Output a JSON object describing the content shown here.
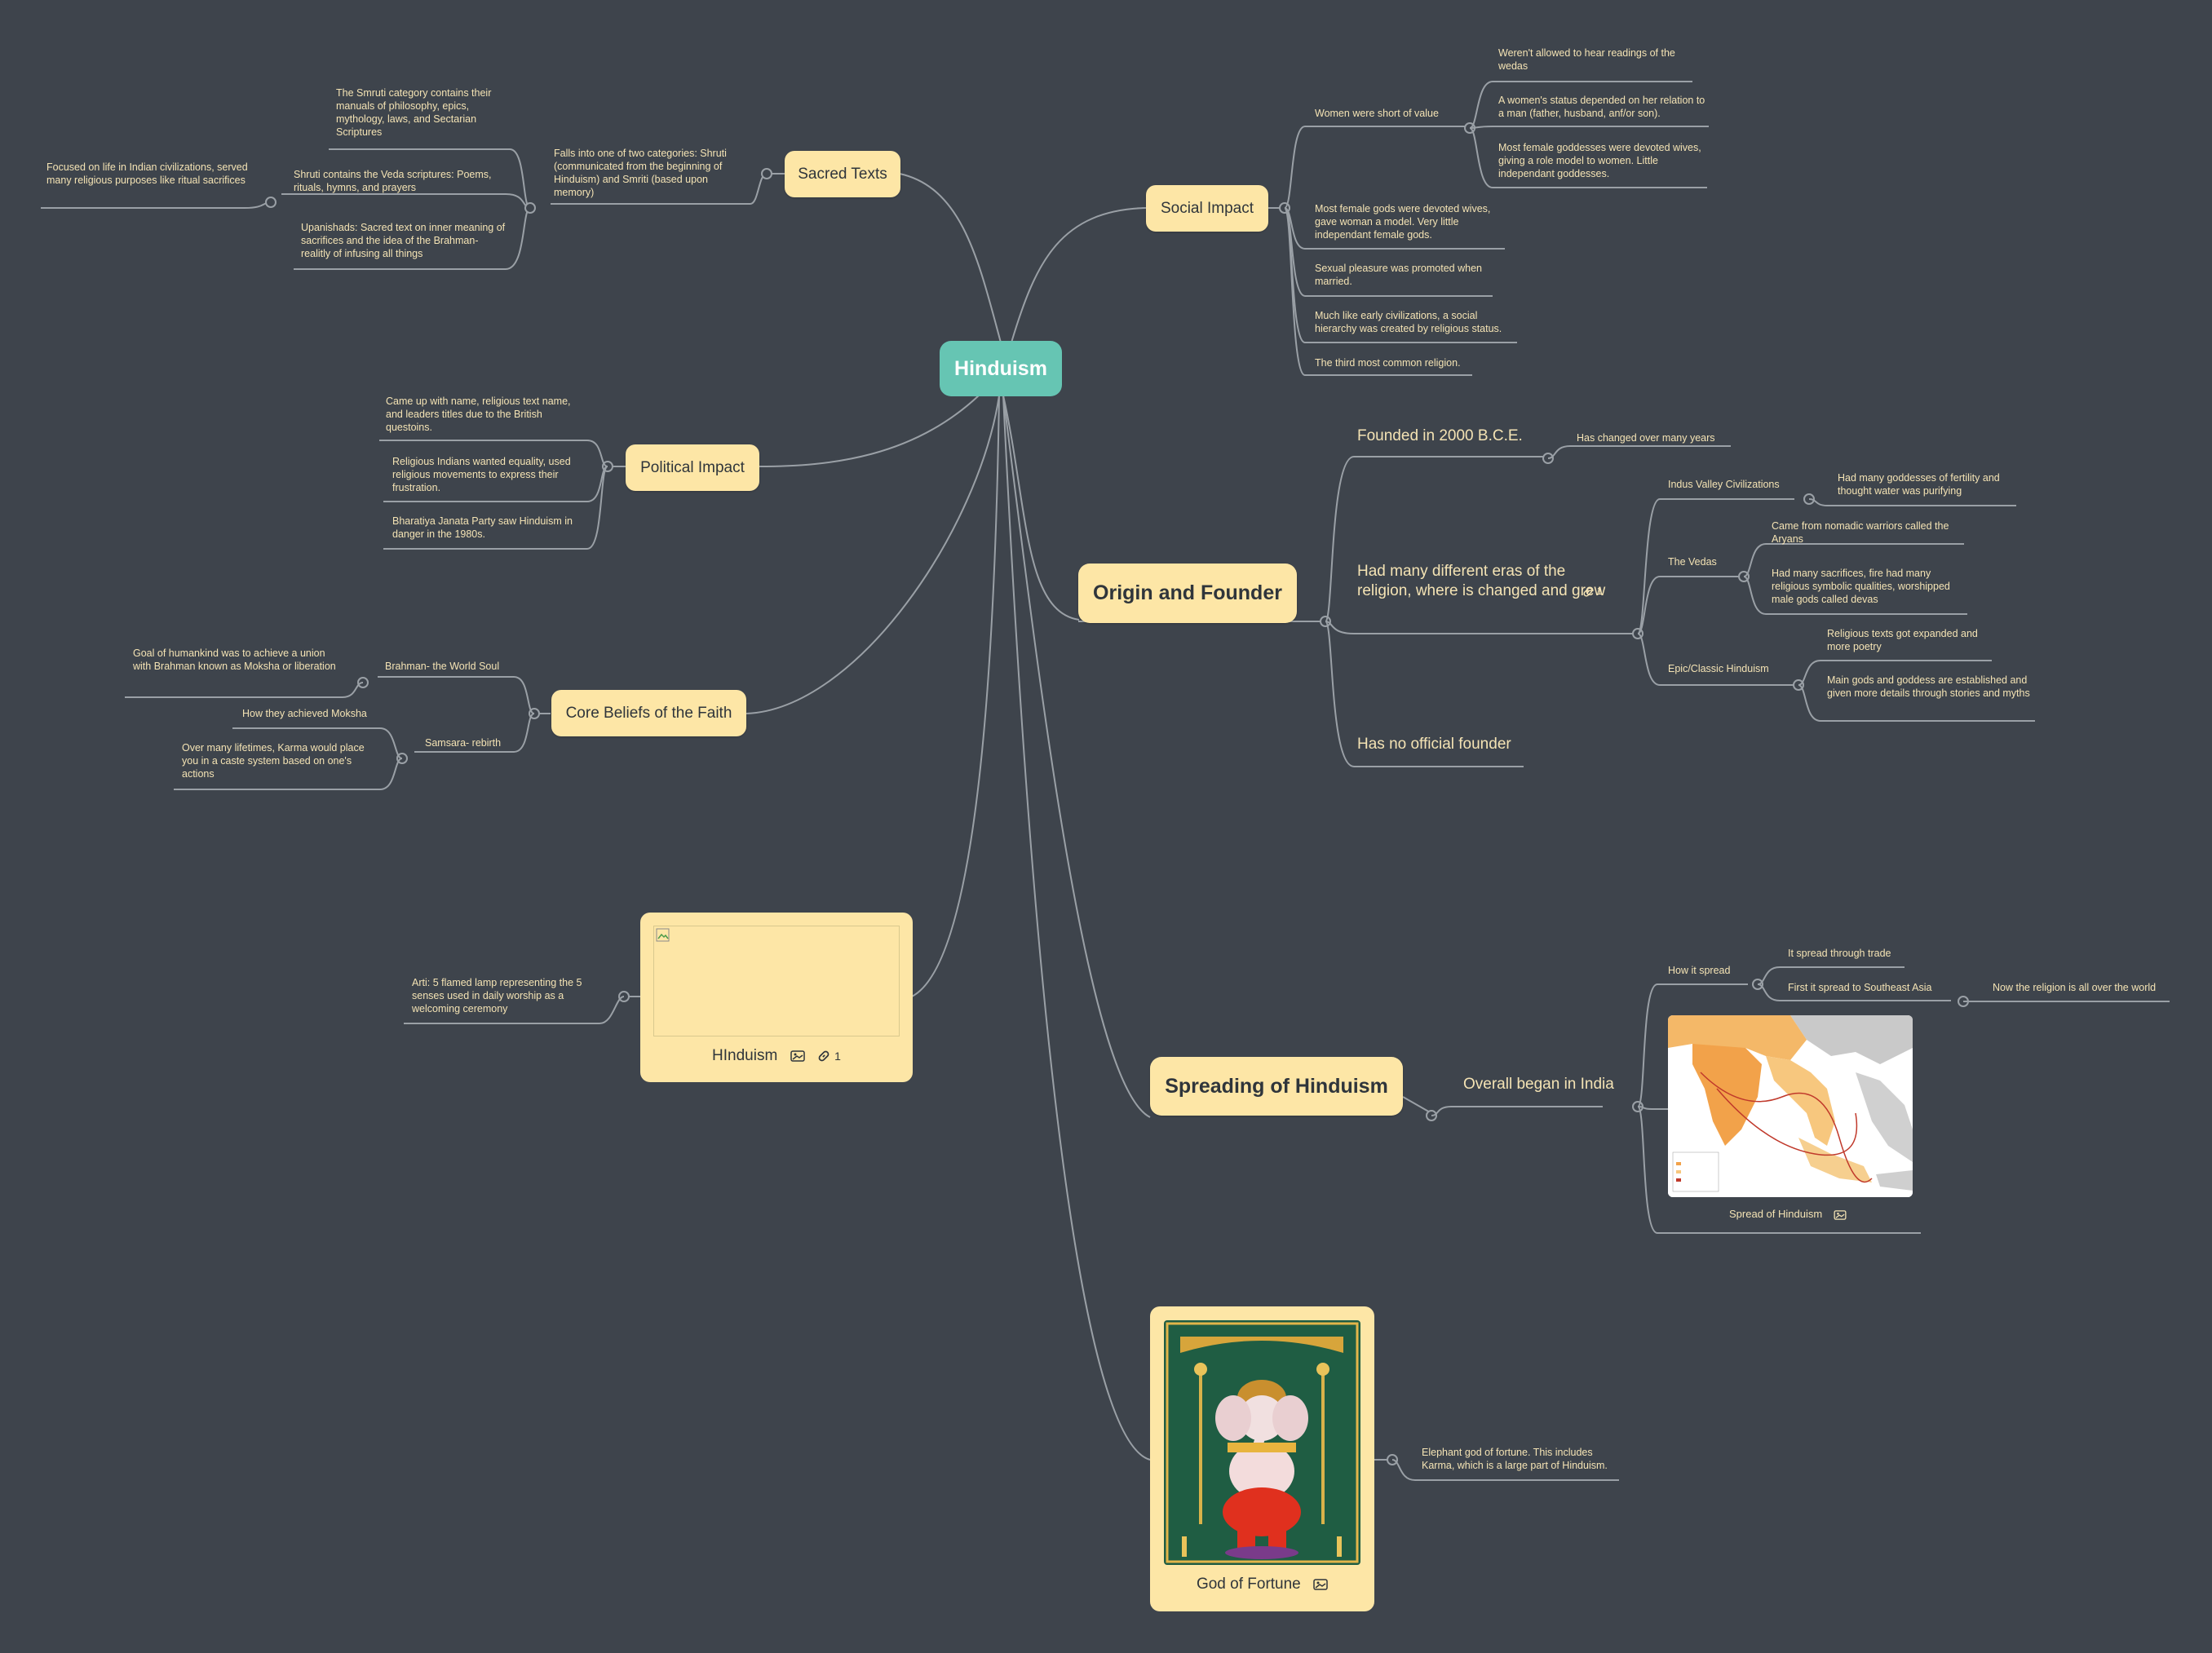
{
  "root": {
    "label": "Hinduism"
  },
  "sacred": {
    "title": "Sacred Texts",
    "falls": "Falls into one of two categories: Shruti (communicated from the beginning of Hinduism) and Smriti (based upon memory)",
    "smruti": "The Smruti category contains their manuals of philosophy, epics, mythology, laws, and Sectarian Scriptures",
    "shruti": "Shruti contains the Veda scriptures: Poems, rituals, hymns, and prayers",
    "focused": "Focused on life in Indian civilizations, served many religious purposes like ritual sacrifices",
    "upanishads": "Upanishads: Sacred text on inner meaning of sacrifices and the idea of the Brahman- realitly of infusing all things"
  },
  "social": {
    "title": "Social Impact",
    "women": "Women were short of value",
    "w1": "Weren't allowed to hear readings of the wedas",
    "w2": "A women's status depended on her relation to a man (father, husband, anf/or son).",
    "w3": "Most female goddesses were devoted wives, giving a role model to women. Little independant goddesses.",
    "s2": "Most female gods were devoted wives, gave woman a model. Very little independant female gods.",
    "s3": "Sexual pleasure was promoted when married.",
    "s4": "Much like early civilizations, a social hierarchy was created by religious status.",
    "s5": "The third most common religion."
  },
  "political": {
    "title": "Political Impact",
    "p1": "Came up with name, religious text name, and leaders titles due to the British questoins.",
    "p2": "Religious Indians wanted equality, used religious movements to express their frustration.",
    "p3": "Bharatiya Janata Party saw Hinduism in danger in the 1980s."
  },
  "origin": {
    "title": "Origin and Founder",
    "founded": "Founded in 2000 B.C.E.",
    "changed": "Has changed over many years",
    "eras": "Had many different eras of the religion, where is changed and grew",
    "eras_links": "1",
    "indus": "Indus Valley Civilizations",
    "indus1": "Had many goddesses of fertility and thought water was purifying",
    "vedas": "The Vedas",
    "vedas1": "Came from nomadic warriors called the Aryans",
    "vedas2": "Had many sacrifices, fire had many religious symbolic qualities, worshipped male gods called devas",
    "epic": "Epic/Classic Hinduism",
    "epic1": "Religious texts got expanded and more poetry",
    "epic2": "Main gods and goddess are established and given more details through stories and myths",
    "nofounder": "Has no official founder"
  },
  "core": {
    "title": "Core Beliefs of the Faith",
    "brahman": "Brahman- the World Soul",
    "goal": "Goal of humankind was to achieve a union with Brahman known as Moksha or liberation",
    "samsara": "Samsara- rebirth",
    "moksha": "How they achieved Moksha",
    "karma": "Over many lifetimes, Karma would place you in a caste system based on one's actions"
  },
  "hinduism_card": {
    "caption": "HInduism",
    "links": "1",
    "arti": "Arti: 5 flamed lamp representing the 5 senses used in daily worship as a welcoming ceremony"
  },
  "spreading": {
    "title": "Spreading of Hinduism",
    "began": "Overall began in India",
    "how": "How it spread",
    "trade": "It spread through trade",
    "sea": "First it spread to Southeast Asia",
    "world": "Now the religion is all over the world",
    "map_caption": "Spread of Hinduism"
  },
  "ganesha": {
    "caption": "God of Fortune",
    "desc": "Elephant god of fortune. This includes Karma, which is a large part of Hinduism."
  },
  "colors": {
    "background": "#3e444c",
    "root": "#66c5b3",
    "topic": "#fde6a6",
    "text": "#f4e3b4",
    "line": "#9aa0a6"
  }
}
